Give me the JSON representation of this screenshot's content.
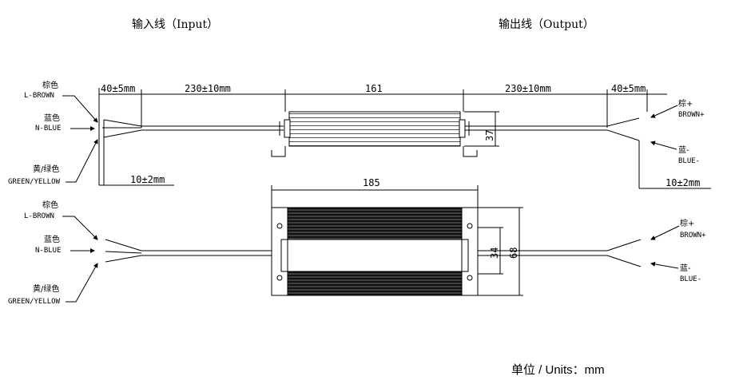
{
  "header": {
    "input_title": "输入线（Input）",
    "output_title": "输出线（Output）"
  },
  "side_view": {
    "wires_in": {
      "brown_cn": "棕色",
      "brown_en": "L-BROWN",
      "blue_cn": "蓝色",
      "blue_en": "N-BLUE",
      "ground_cn": "黄/绿色",
      "ground_en": "GREEN/YELLOW"
    },
    "wires_out": {
      "pos_cn": "棕+",
      "pos_en": "BROWN+",
      "neg_cn": "蓝-",
      "neg_en": "BLUE-"
    },
    "dims": {
      "strip_in": "40±5mm",
      "cable_in": "230±10mm",
      "body_length": "161",
      "cable_out": "230±10mm",
      "strip_out": "40±5mm",
      "height": "37",
      "ground_offset": "10±2mm",
      "out_offset": "10±2mm"
    }
  },
  "top_view": {
    "wires_in": {
      "brown_cn": "棕色",
      "brown_en": "L-BROWN",
      "blue_cn": "蓝色",
      "blue_en": "N-BLUE",
      "ground_cn": "黄/绿色",
      "ground_en": "GREEN/YELLOW"
    },
    "wires_out": {
      "pos_cn": "棕+",
      "pos_en": "BROWN+",
      "neg_cn": "蓝-",
      "neg_en": "BLUE-"
    },
    "dims": {
      "total_length": "185",
      "inner_width": "34",
      "total_width": "68"
    }
  },
  "footer": {
    "units": "单位 / Units：mm"
  }
}
